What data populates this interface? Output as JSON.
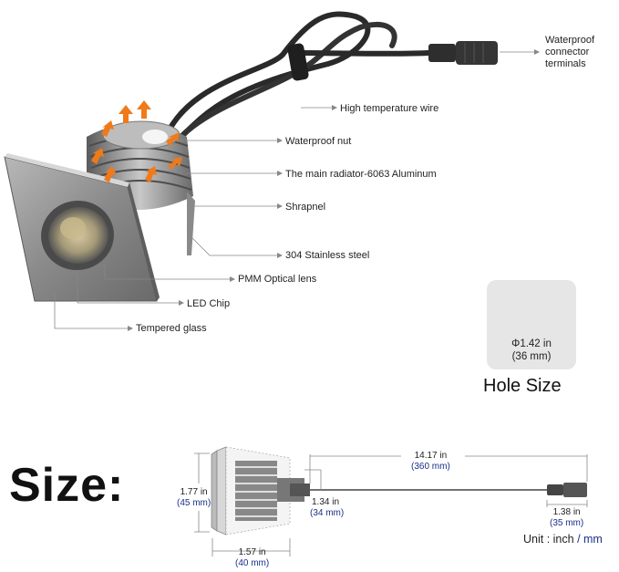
{
  "callouts": {
    "waterproof_connector": [
      "Waterproof",
      "connector",
      "terminals"
    ],
    "high_temp_wire": "High temperature wire",
    "waterproof_nut": "Waterproof nut",
    "main_radiator": "The main radiator-6063 Aluminum",
    "shrapnel": "Shrapnel",
    "stainless": "304 Stainless steel",
    "pmm_lens": "PMM Optical lens",
    "led_chip": "LED Chip",
    "tempered_glass": "Tempered glass"
  },
  "hole": {
    "diameter_in": "Φ1.42 in",
    "diameter_mm": "(36 mm)",
    "title": "Hole Size"
  },
  "size": {
    "title": "Size:",
    "height_in": "1.77 in",
    "height_mm": "(45 mm)",
    "body_width_in": "1.57 in",
    "body_width_mm": "(40 mm)",
    "body_depth_in": "1.34 in",
    "body_depth_mm": "(34 mm)",
    "cable_in": "14.17 in",
    "cable_mm": "(360 mm)",
    "connector_in": "1.38 in",
    "connector_mm": "(35 mm)"
  },
  "unit": {
    "prefix": "Unit : inch",
    "separator": " / ",
    "mm": "mm"
  },
  "colors": {
    "steel": "#9a9a9a",
    "cable": "#2a2a2a",
    "arrow": "#f07a1a",
    "leader": "#888888",
    "mm_text": "#1a2f8a"
  }
}
